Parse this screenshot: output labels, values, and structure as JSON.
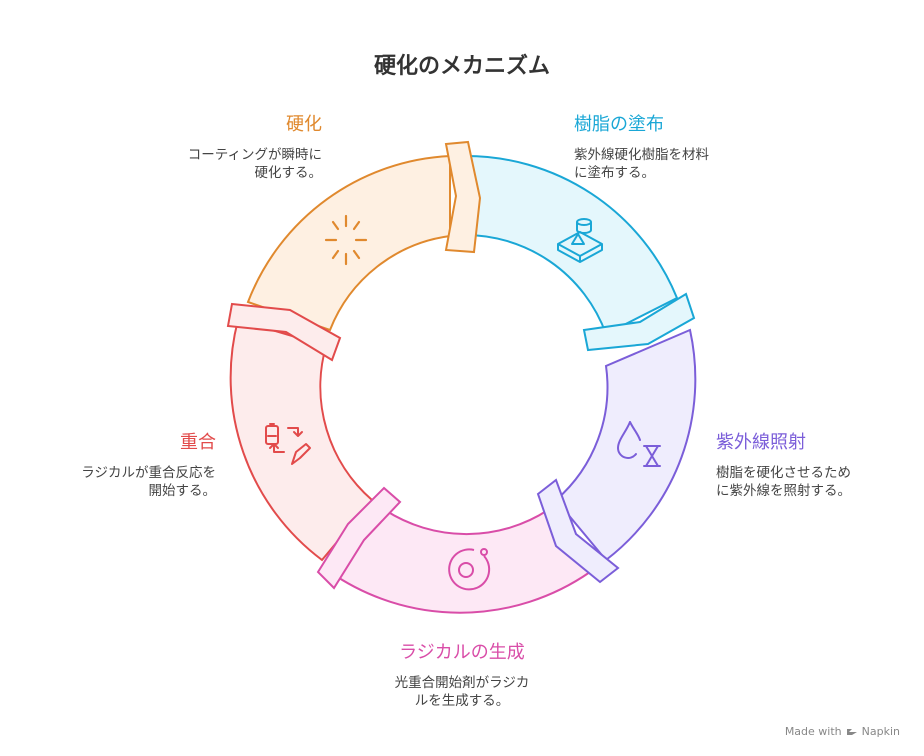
{
  "title": "硬化のメカニズム",
  "steps": [
    {
      "label": "樹脂の塗布",
      "desc": [
        "紫外線硬化樹脂を材料",
        "に塗布する。"
      ],
      "color": "#1aa7d6",
      "fill": "#e4f7fc",
      "icon": "resin-block-icon"
    },
    {
      "label": "紫外線照射",
      "desc": [
        "樹脂を硬化させるため",
        "に紫外線を照射する。"
      ],
      "color": "#7b5ed9",
      "fill": "#efedfd",
      "icon": "uv-drop-hourglass-icon"
    },
    {
      "label": "ラジカルの生成",
      "desc": [
        "光重合開始剤がラジカ",
        "ルを生成する。"
      ],
      "color": "#d94da8",
      "fill": "#fde8f5",
      "icon": "radical-orbit-icon"
    },
    {
      "label": "重合",
      "desc": [
        "ラジカルが重合反応を",
        "開始する。"
      ],
      "color": "#e24b4b",
      "fill": "#fdecec",
      "icon": "battery-cycle-icon"
    },
    {
      "label": "硬化",
      "desc": [
        "コーティングが瞬時に",
        "硬化する。"
      ],
      "color": "#e0892e",
      "fill": "#fef0e2",
      "icon": "loading-spinner-icon"
    }
  ],
  "footer": {
    "text": "Made with",
    "brand": "Napkin"
  }
}
